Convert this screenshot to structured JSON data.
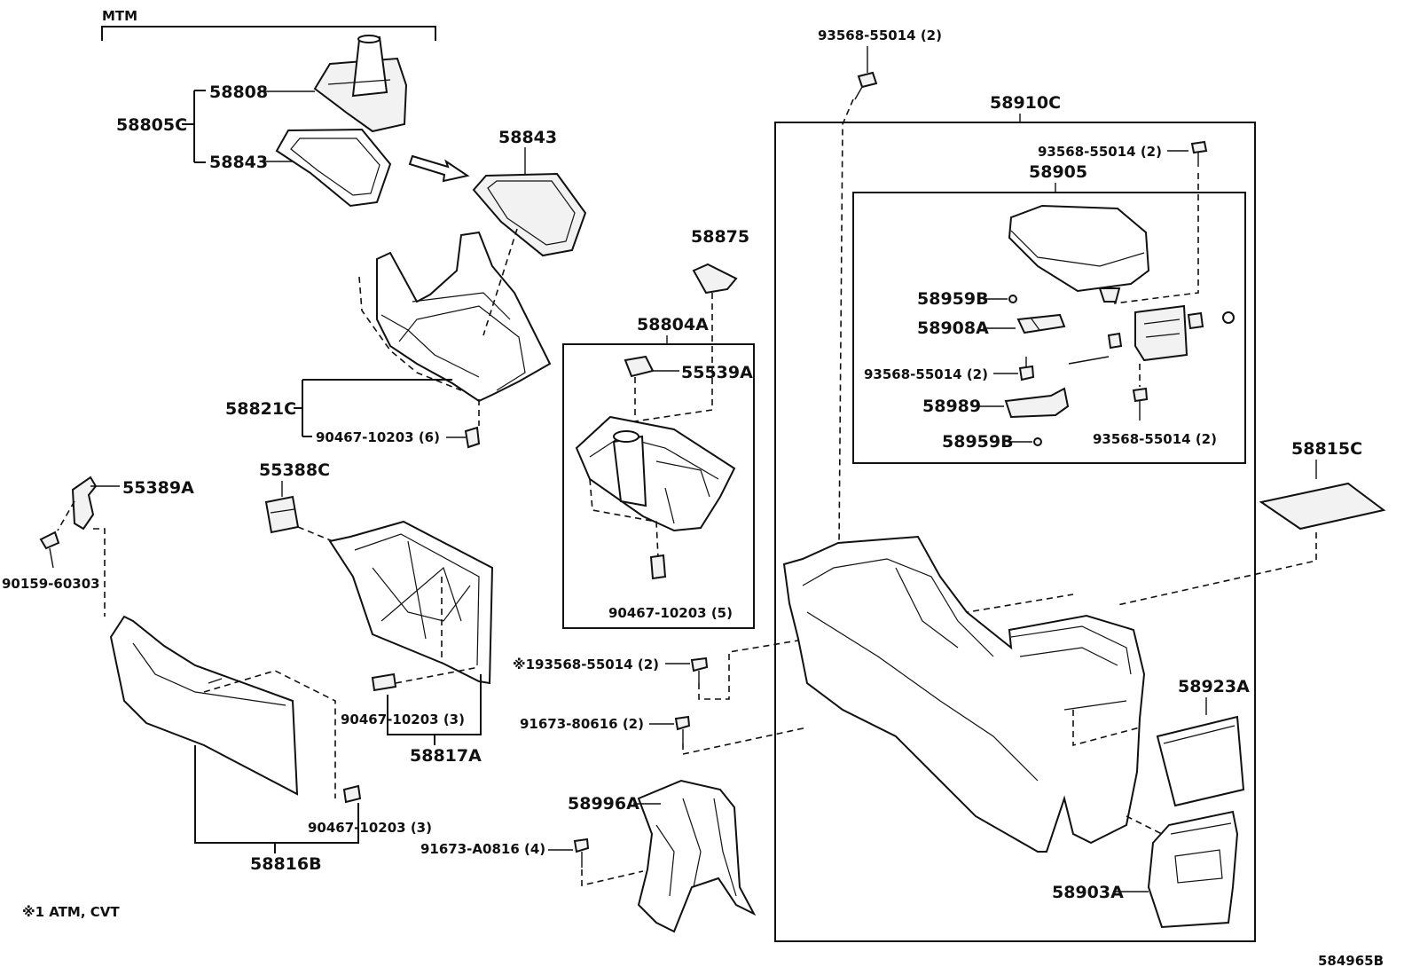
{
  "diagram_id": "584965B",
  "note": "※1 ATM, CVT",
  "group_label": "MTM",
  "labels": {
    "p58808": "58808",
    "p58805C": "58805C",
    "p58843_a": "58843",
    "p58843_b": "58843",
    "p58821C": "58821C",
    "p90467_6": "90467-10203 (6)",
    "p55389A": "55389A",
    "p90159": "90159-60303",
    "p55388C": "55388C",
    "p90467_3a": "90467-10203 (3)",
    "p58817A": "58817A",
    "p90467_3b": "90467-10203 (3)",
    "p58816B": "58816B",
    "p58875": "58875",
    "p58804A": "58804A",
    "p55539A": "55539A",
    "p90467_5": "90467-10203 (5)",
    "p93568_x1": "※193568-55014 (2)",
    "p91673_80616": "91673-80616 (2)",
    "p58996A": "58996A",
    "p91673_A0816": "91673-A0816 (4)",
    "p93568_top": "93568-55014 (2)",
    "p58910C": "58910C",
    "p93568_r1": "93568-55014 (2)",
    "p58905": "58905",
    "p58959B_a": "58959B",
    "p58908A": "58908A",
    "p93568_l": "93568-55014 (2)",
    "p58989": "58989",
    "p58959B_b": "58959B",
    "p93568_r2": "93568-55014 (2)",
    "p58815C": "58815C",
    "p58923A": "58923A",
    "p58903A": "58903A"
  }
}
